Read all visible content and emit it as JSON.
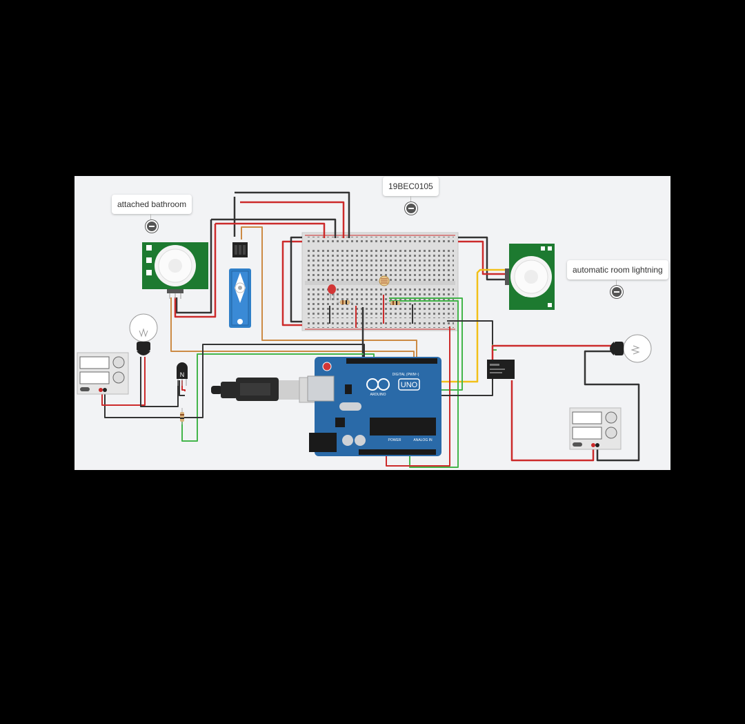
{
  "notes": {
    "bathroom": "attached bathroom",
    "student_id": "19BEC0105",
    "room": "automatic room lightning"
  },
  "board": {
    "logo": "UNO",
    "brand": "ARDUINO",
    "digital_label": "DIGITAL (PWM~)",
    "power_label": "POWER",
    "analog_label": "ANALOG IN"
  },
  "transistor_label": "N",
  "colors": {
    "canvas": "#f2f3f5",
    "wire_red": "#cc2a2a",
    "wire_black": "#333333",
    "wire_green": "#43b54a",
    "wire_orange": "#cc8a44",
    "wire_yellow": "#f2c018",
    "pir_board": "#1d7a30",
    "arduino": "#2a6aa8",
    "servo": "#2f7fc8"
  },
  "icons": [
    "pir-sensor-icon",
    "servo-icon",
    "light-bulb-icon",
    "power-supply-icon",
    "relay-icon",
    "usb-cable-icon",
    "led-icon",
    "photoresistor-icon",
    "resistor-icon",
    "transistor-icon"
  ]
}
